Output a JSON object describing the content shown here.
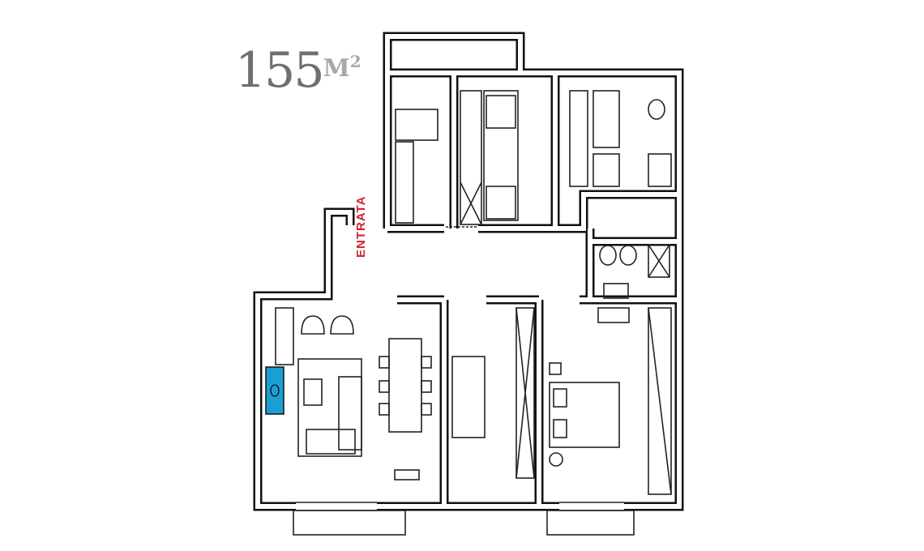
{
  "plan": {
    "area_value": "155",
    "area_unit": "M",
    "area_exponent": "2",
    "entrance_label": "ENTRATA",
    "colors": {
      "fireplace": "#1a9fd4",
      "entrance": "#d3222a",
      "area_text": "#6f6f6f",
      "unit_text": "#a5a9ad"
    }
  }
}
